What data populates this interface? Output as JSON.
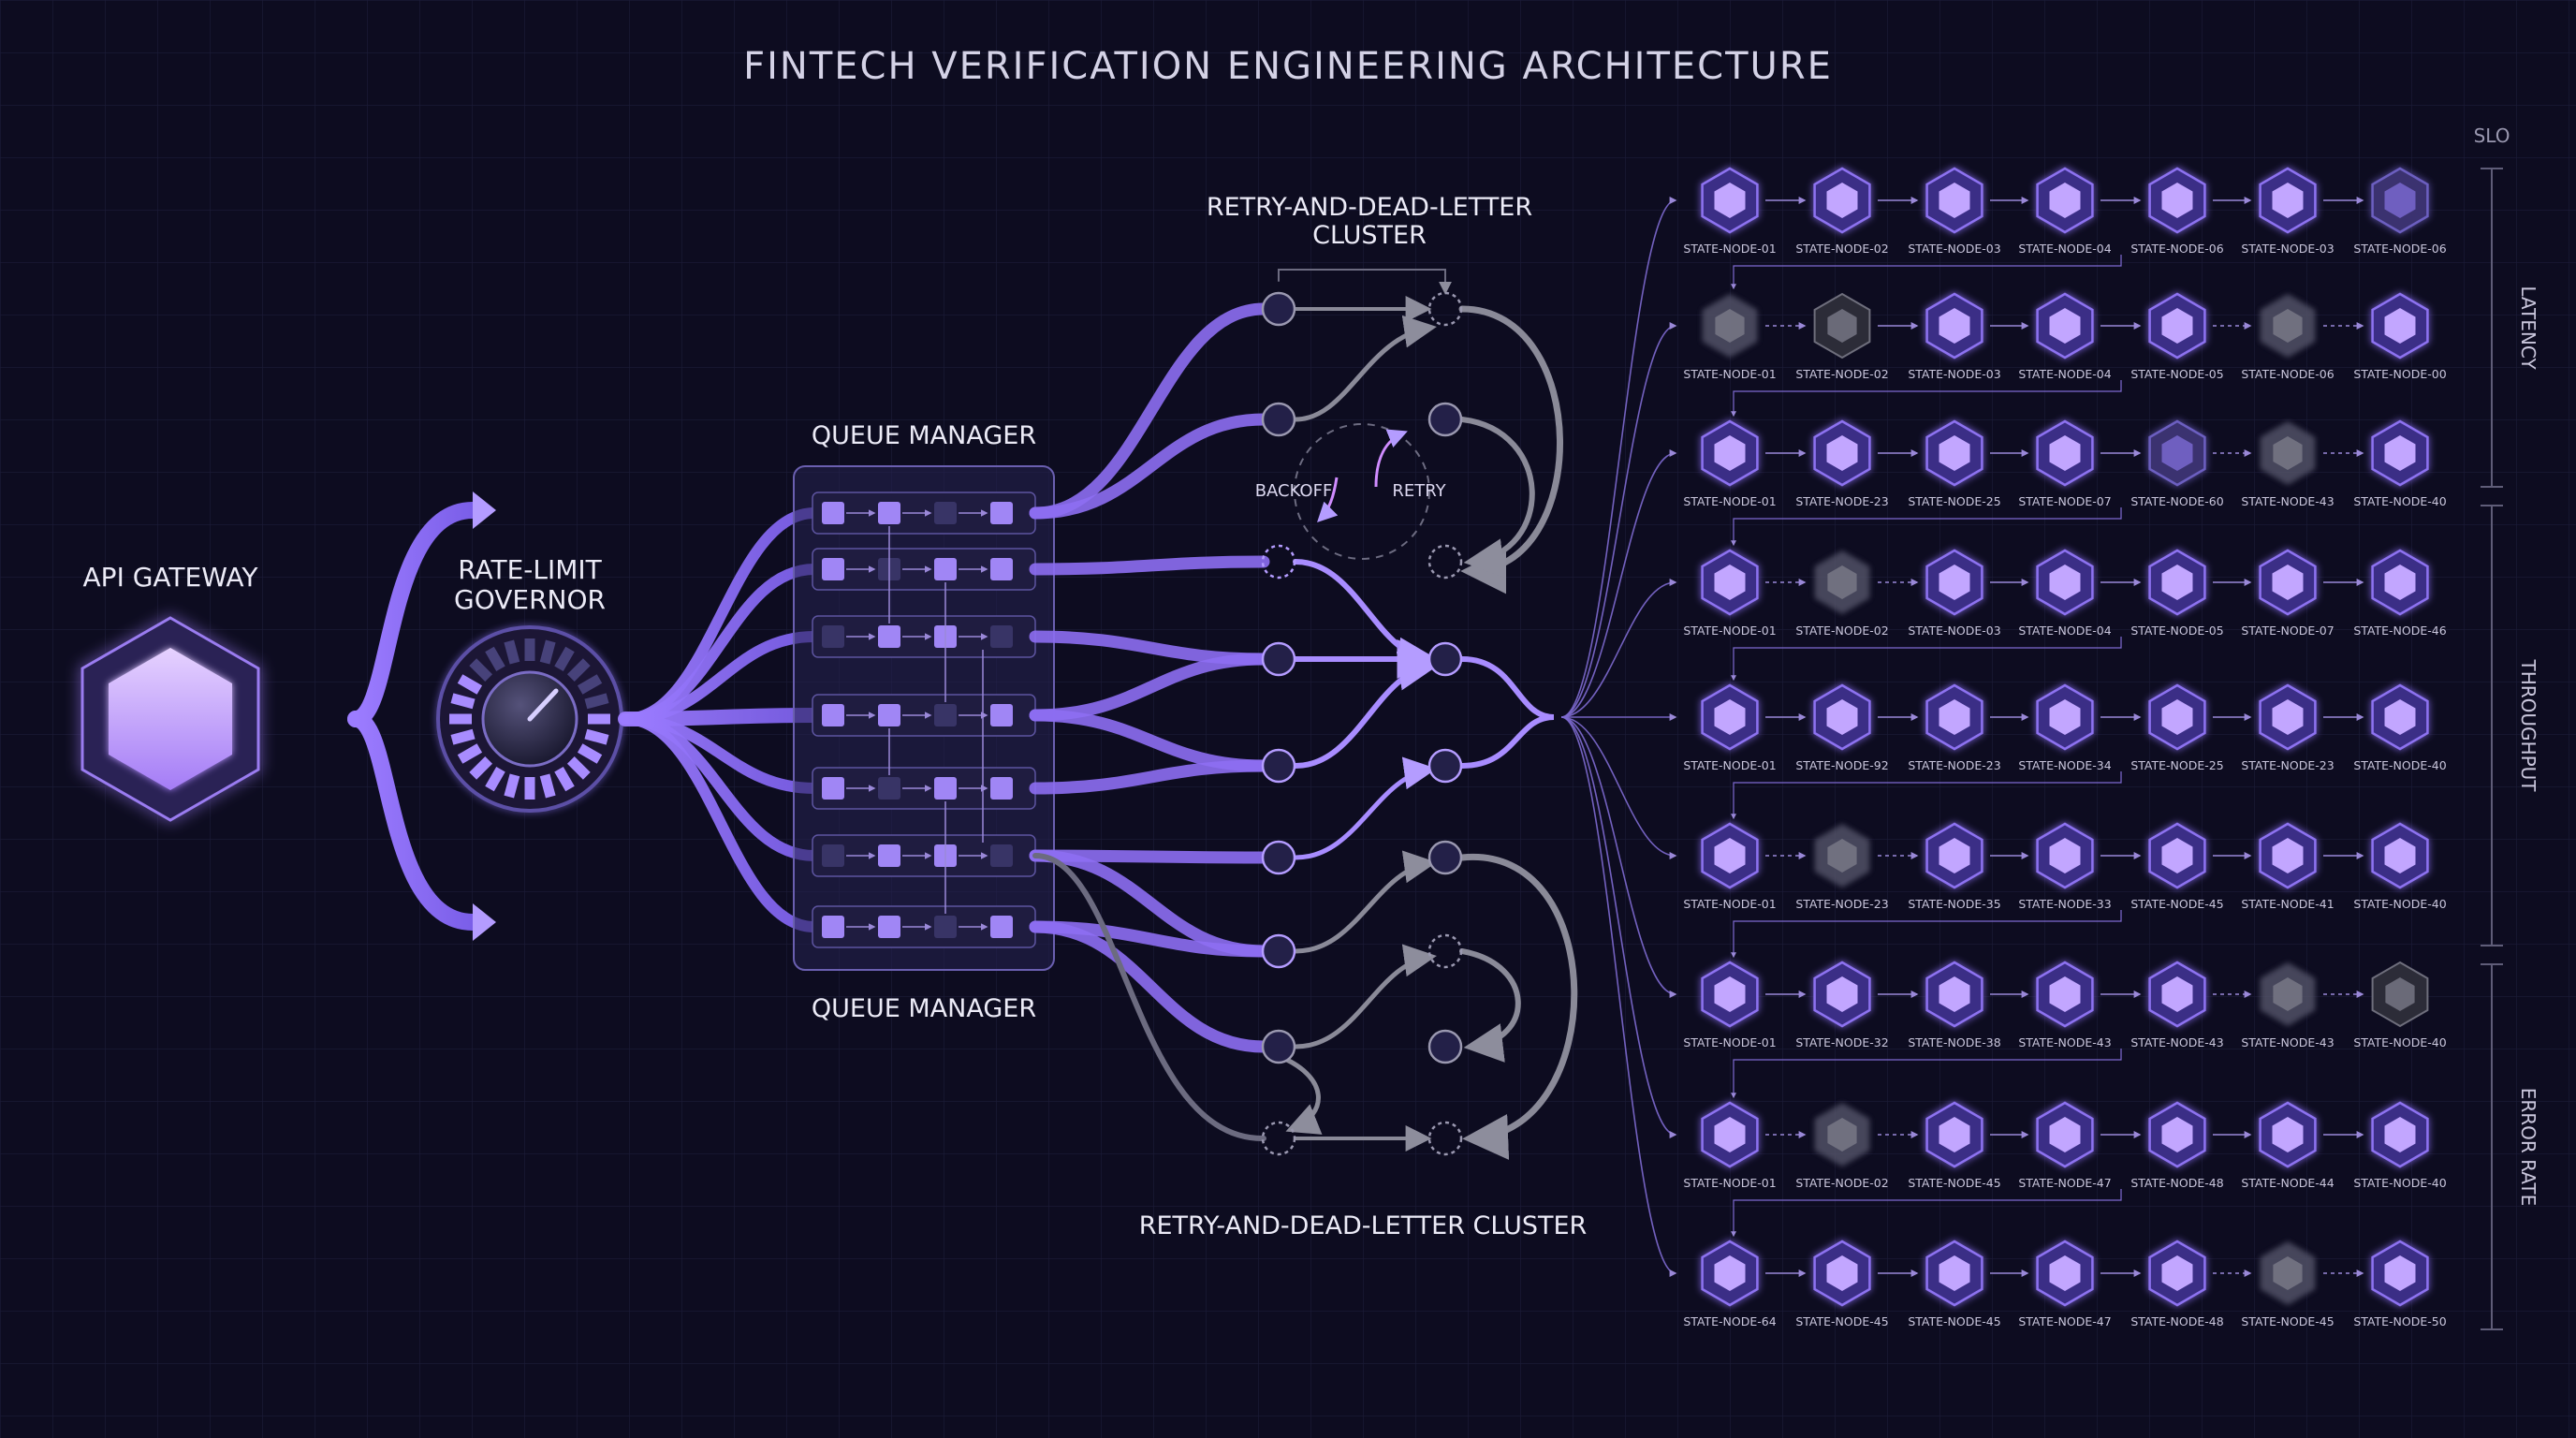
{
  "title": "FINTECH VERIFICATION ENGINEERING ARCHITECTURE",
  "api_gateway": {
    "label": "API GATEWAY"
  },
  "rate_limit": {
    "label_line1": "RATE-LIMIT",
    "label_line2": "GOVERNOR"
  },
  "queue_manager": {
    "label_top": "QUEUE MANAGER",
    "label_bottom": "QUEUE MANAGER"
  },
  "retry_cluster": {
    "label_top_line1": "RETRY-AND-DEAD-LETTER",
    "label_top_line2": "CLUSTER",
    "label_bottom": "RETRY-AND-DEAD-LETTER CLUSTER",
    "backoff_label": "BACKOFF",
    "retry_label": "RETRY"
  },
  "slo": {
    "label": "SLO",
    "bands": [
      "LATENCY",
      "THROUGHPUT",
      "ERROR RATE"
    ]
  },
  "colors": {
    "background": "#0d0c20",
    "accent": "#8b6cf5",
    "accent_light": "#c8b4ff",
    "node_dim": "#5a5a68",
    "grid": "#1c1b38"
  },
  "state_rows": [
    {
      "labels": [
        "STATE-NODE-01",
        "STATE-NODE-02",
        "STATE-NODE-03",
        "STATE-NODE-04",
        "STATE-NODE-06",
        "STATE-NODE-03",
        "STATE-NODE-06"
      ],
      "state": [
        "active",
        "active",
        "active",
        "active",
        "active",
        "active",
        "dim-purple"
      ]
    },
    {
      "labels": [
        "STATE-NODE-01",
        "STATE-NODE-02",
        "STATE-NODE-03",
        "STATE-NODE-04",
        "STATE-NODE-05",
        "STATE-NODE-06",
        "STATE-NODE-00"
      ],
      "state": [
        "fade",
        "gray",
        "active",
        "active",
        "active",
        "fade",
        "active"
      ]
    },
    {
      "labels": [
        "STATE-NODE-01",
        "STATE-NODE-23",
        "STATE-NODE-25",
        "STATE-NODE-07",
        "STATE-NODE-60",
        "STATE-NODE-43",
        "STATE-NODE-40"
      ],
      "state": [
        "active",
        "active",
        "active",
        "active",
        "dim-purple",
        "fade",
        "active"
      ]
    },
    {
      "labels": [
        "STATE-NODE-01",
        "STATE-NODE-02",
        "STATE-NODE-03",
        "STATE-NODE-04",
        "STATE-NODE-05",
        "STATE-NODE-07",
        "STATE-NODE-46"
      ],
      "state": [
        "active",
        "fade",
        "active",
        "active",
        "active",
        "active",
        "active"
      ]
    },
    {
      "labels": [
        "STATE-NODE-01",
        "STATE-NODE-92",
        "STATE-NODE-23",
        "STATE-NODE-34",
        "STATE-NODE-25",
        "STATE-NODE-23",
        "STATE-NODE-40"
      ],
      "state": [
        "active",
        "active",
        "active",
        "active",
        "active",
        "active",
        "active"
      ]
    },
    {
      "labels": [
        "STATE-NODE-01",
        "STATE-NODE-23",
        "STATE-NODE-35",
        "STATE-NODE-33",
        "STATE-NODE-45",
        "STATE-NODE-41",
        "STATE-NODE-40"
      ],
      "state": [
        "active",
        "fade",
        "active",
        "active",
        "active",
        "active",
        "active"
      ]
    },
    {
      "labels": [
        "STATE-NODE-01",
        "STATE-NODE-32",
        "STATE-NODE-38",
        "STATE-NODE-43",
        "STATE-NODE-43",
        "STATE-NODE-43",
        "STATE-NODE-40"
      ],
      "state": [
        "active",
        "active",
        "active",
        "active",
        "active",
        "fade",
        "gray"
      ]
    },
    {
      "labels": [
        "STATE-NODE-01",
        "STATE-NODE-02",
        "STATE-NODE-45",
        "STATE-NODE-47",
        "STATE-NODE-48",
        "STATE-NODE-44",
        "STATE-NODE-40"
      ],
      "state": [
        "active",
        "fade",
        "active",
        "active",
        "active",
        "active",
        "active"
      ]
    },
    {
      "labels": [
        "STATE-NODE-64",
        "STATE-NODE-45",
        "STATE-NODE-45",
        "STATE-NODE-47",
        "STATE-NODE-48",
        "STATE-NODE-45",
        "STATE-NODE-50"
      ],
      "state": [
        "active",
        "active",
        "active",
        "active",
        "active",
        "fade",
        "active"
      ]
    }
  ]
}
